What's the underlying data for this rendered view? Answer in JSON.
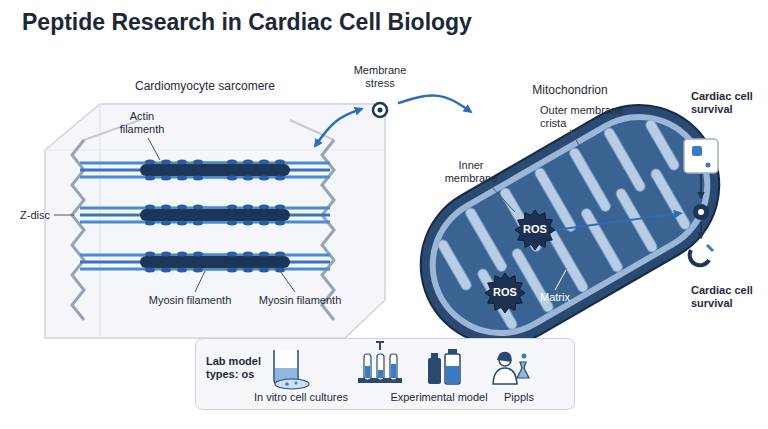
{
  "diagram": {
    "title": "Peptide Research in Cardiac Cell Biology",
    "nodes": [
      {
        "text": [
          "Cardiomyocyte sarcomere"
        ]
      },
      {
        "text": [
          "Membrane stress"
        ]
      },
      {
        "text": [
          "Mitochondrion"
        ]
      },
      {
        "text": [
          "ROS"
        ],
        "in": 2
      },
      {
        "text": [
          "ROS"
        ],
        "in": 2
      },
      {
        "text": [
          "Cardiac cell survival"
        ]
      },
      {
        "text": [
          "Cardiac cell survival"
        ]
      },
      {
        "text": [
          "Lab model types: os",
          "In vitro cell cultures",
          "Experimental model",
          "Pippls"
        ]
      }
    ],
    "edges": [
      {
        "from": 1,
        "to": 0,
        "arrow": "both"
      },
      {
        "from": 1,
        "to": 2,
        "arrow": "to"
      },
      {
        "from": 3,
        "to": 6,
        "arrow": "to"
      },
      {
        "from": 5,
        "to": 6,
        "arrow": "to"
      }
    ],
    "labels": [
      "Actin filamenth",
      "Z-disc",
      "Myosin filamenth",
      "Myosin filamenth",
      "Outer membrane crista",
      "Inner membrane",
      "Matrix"
    ]
  }
}
